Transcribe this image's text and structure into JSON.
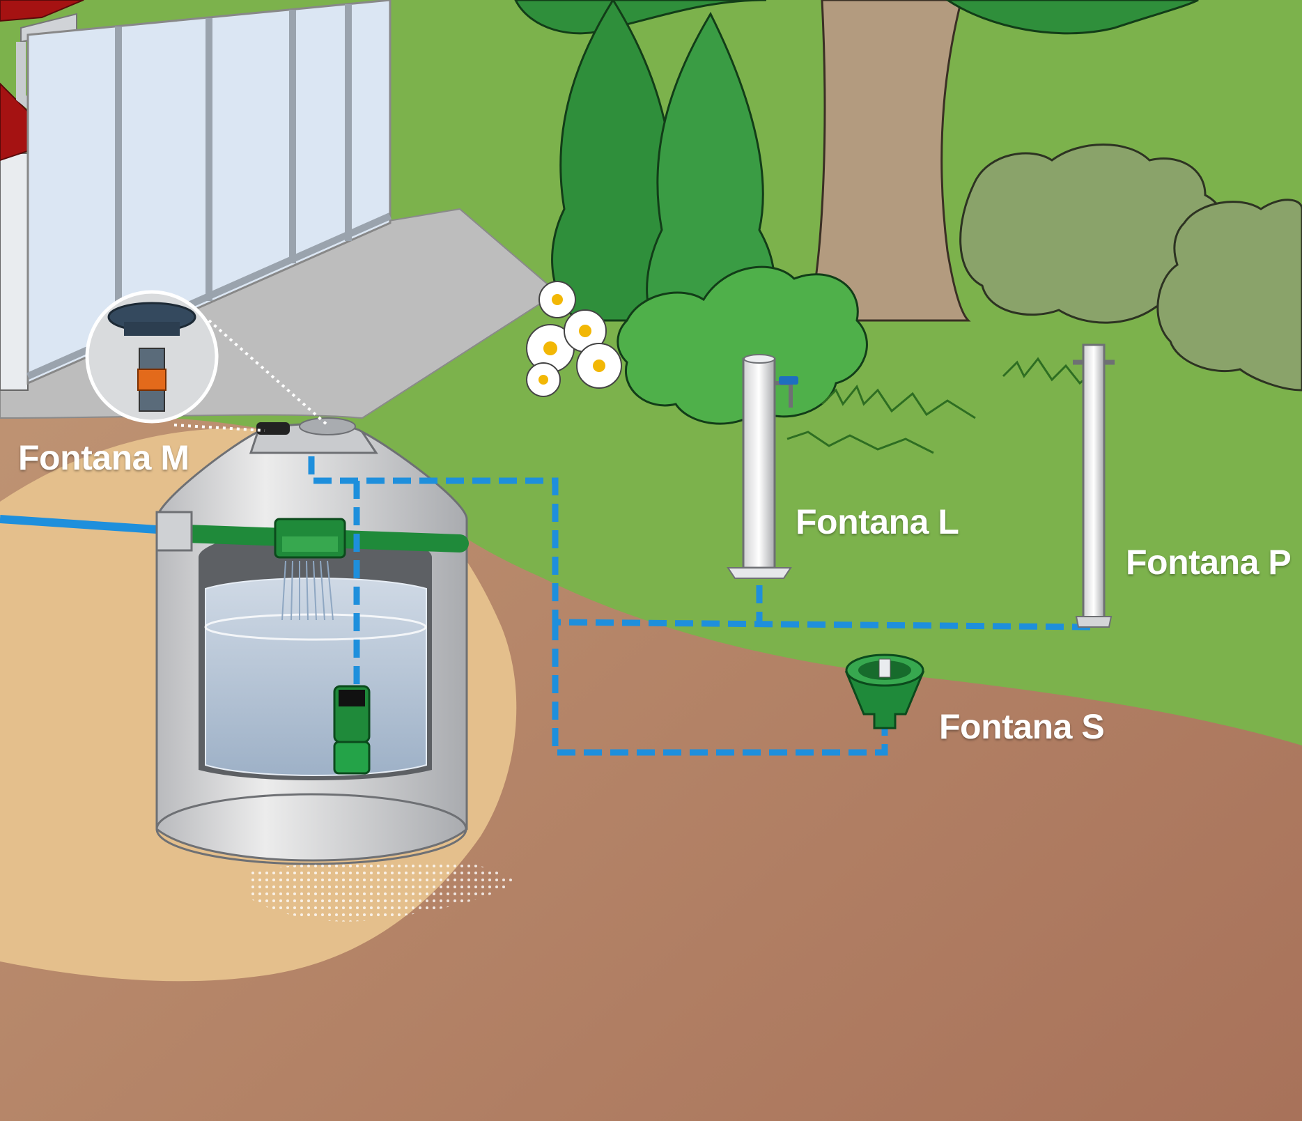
{
  "labels": {
    "fontana_m": "Fontana M",
    "fontana_l": "Fontana L",
    "fontana_p": "Fontana P",
    "fontana_s": "Fontana S"
  },
  "colors": {
    "grass": "#7cb24c",
    "grass_dark": "#5f9a35",
    "soil": "#b8876a",
    "sand": "#e4bf8c",
    "pavement": "#bdbdbd",
    "pipe_dashed": "#1e8fdc",
    "tank": "#d4d5d7",
    "water": "#b7c5d6",
    "equipment_green": "#1f8a3a",
    "roof_red": "#a51212",
    "label_text": "#ffffff"
  },
  "icons": {
    "tree": "tree-icon",
    "cypress": "cypress-icon",
    "bush": "bush-icon",
    "flower": "daisy-icon",
    "pump": "submersible-pump-icon",
    "filter": "filter-basket-icon",
    "tap": "tap-icon"
  }
}
